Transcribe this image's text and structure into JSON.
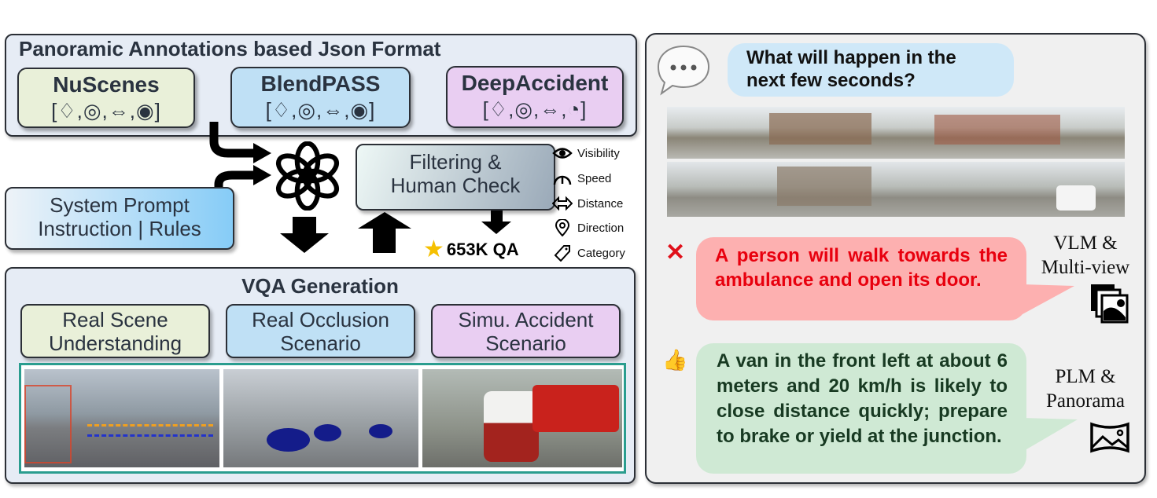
{
  "top_panel": {
    "title": "Panoramic Annotations based Json Format",
    "datasets": [
      {
        "name": "NuScenes",
        "attrs": "[♢,◎,⇔,◉]",
        "color": "#e9f0d9"
      },
      {
        "name": "BlendPASS",
        "attrs": "[♢,◎,⇔,◉]",
        "color": "#bfe0f5"
      },
      {
        "name": "DeepAccident",
        "attrs": "[♢,◎,⇔,◔]",
        "color": "#e9cef2"
      }
    ]
  },
  "system_prompt": {
    "line1": "System Prompt",
    "line2": "Instruction | Rules"
  },
  "filtering": {
    "line1": "Filtering &",
    "line2": "Human Check"
  },
  "result": {
    "count": "653K QA"
  },
  "legend": [
    {
      "icon": "eye-icon",
      "label": "Visibility"
    },
    {
      "icon": "speedometer-icon",
      "label": "Speed"
    },
    {
      "icon": "double-arrow-icon",
      "label": "Distance"
    },
    {
      "icon": "location-pin-icon",
      "label": "Direction"
    },
    {
      "icon": "tag-icon",
      "label": "Category"
    }
  ],
  "vqa": {
    "title": "VQA Generation",
    "categories": [
      {
        "line1": "Real Scene",
        "line2": "Understanding",
        "color": "#e9f0d9"
      },
      {
        "line1": "Real Occlusion",
        "line2": "Scenario",
        "color": "#bfe0f5"
      },
      {
        "line1": "Simu. Accident",
        "line2": "Scenario",
        "color": "#e9cef2"
      }
    ],
    "frame_color": "#2a9d8f"
  },
  "right_panel": {
    "question": "What will happen in the next few seconds?",
    "wrong_answer": "A person will walk towards the ambulance and open its door.",
    "wrong_label": {
      "line1": "VLM  &",
      "line2": "Multi-view"
    },
    "right_answer": "A van in the front left at about 6 meters and 20 km/h is likely to close distance quickly; prepare to brake or yield at the junction.",
    "right_label": {
      "line1": "PLM &",
      "line2": "Panorama"
    },
    "wrong_color": "#e8000e",
    "right_color": "#183a22"
  }
}
